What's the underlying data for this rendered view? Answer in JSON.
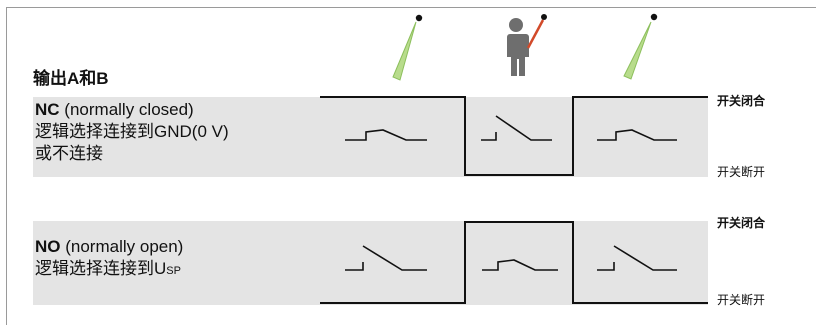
{
  "title": "输出A和B",
  "nc": {
    "code": "NC",
    "meaning": "(normally closed)",
    "line2": "逻辑选择连接到GND(0 V)",
    "line3": "或不连接"
  },
  "no": {
    "code": "NO",
    "meaning": "(normally open)",
    "line2_prefix": "逻辑选择连接到U",
    "line2_sub": "SP"
  },
  "states": {
    "closed": "开关闭合",
    "open": "开关断开"
  },
  "colors": {
    "band": "#e4e4e4",
    "sensor_beam": "#9bc46a",
    "person": "#6e6e6e",
    "person_pointer": "#d24a2a"
  },
  "icons": [
    "sensor-beam-icon",
    "person-icon",
    "sensor-beam-icon"
  ]
}
